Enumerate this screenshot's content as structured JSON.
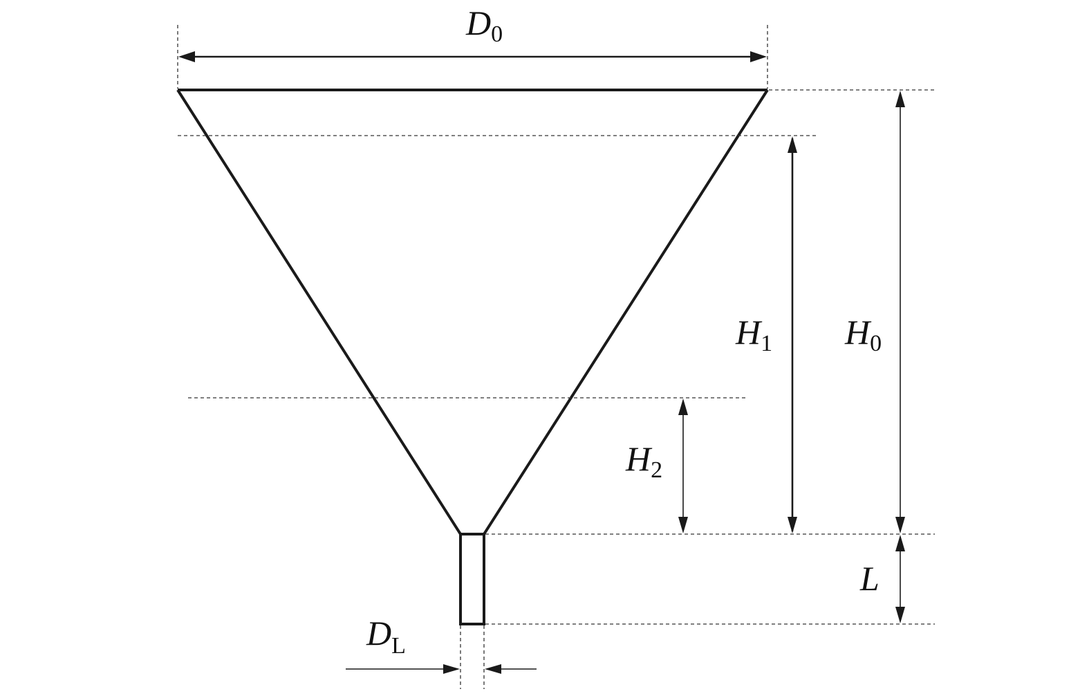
{
  "labels": {
    "d0": {
      "main": "D",
      "sub": "0"
    },
    "h1": {
      "main": "H",
      "sub": "1"
    },
    "h0": {
      "main": "H",
      "sub": "0"
    },
    "h2": {
      "main": "H",
      "sub": "2"
    },
    "l": {
      "main": "L"
    },
    "dl": {
      "main": "D",
      "sub": "L"
    }
  },
  "colors": {
    "stroke": "#1a1a1a",
    "background": "#ffffff"
  }
}
